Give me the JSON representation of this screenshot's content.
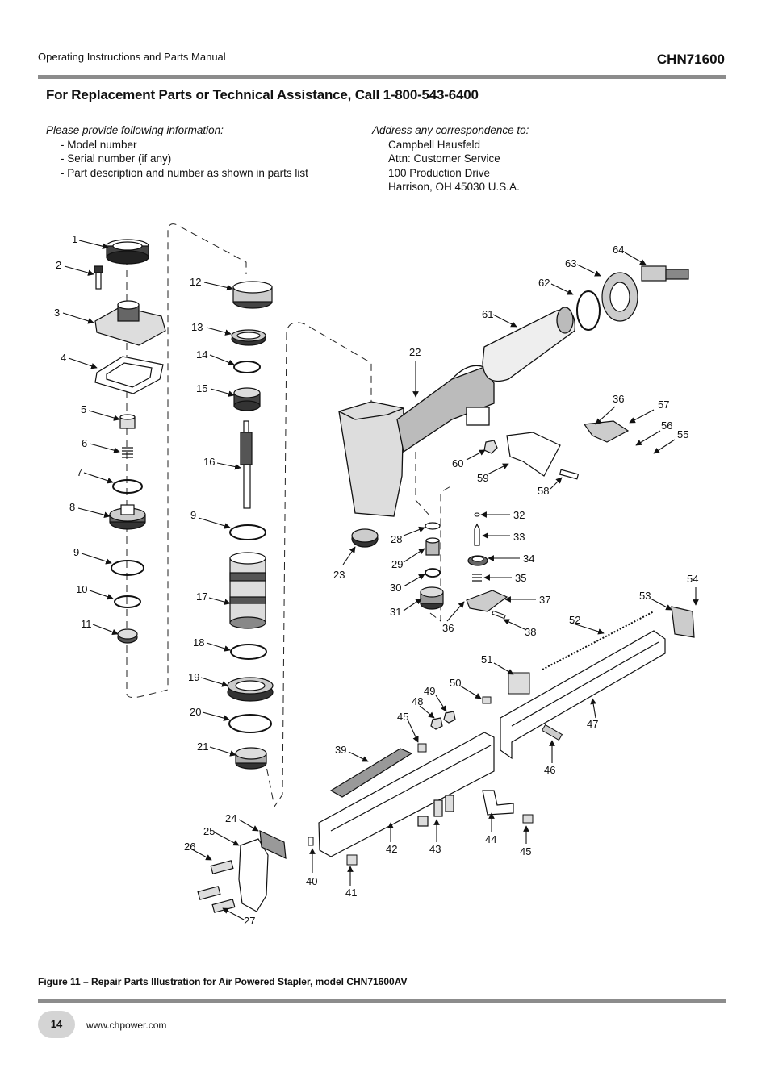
{
  "header": {
    "manual_title": "Operating Instructions and Parts Manual",
    "model": "CHN71600"
  },
  "title": "For Replacement Parts or Technical Assistance, Call 1-800-543-6400",
  "info": {
    "heading": "Please provide following information:",
    "items": [
      "- Model number",
      "- Serial number (if any)",
      "- Part description and number as shown in parts list"
    ]
  },
  "address": {
    "heading": "Address any correspondence to:",
    "lines": [
      "Campbell Hausfeld",
      "Attn: Customer Service",
      "100 Production Drive",
      "Harrison, OH   45030   U.S.A."
    ]
  },
  "diagram": {
    "callouts": [
      "1",
      "2",
      "3",
      "4",
      "5",
      "6",
      "7",
      "8",
      "9",
      "10",
      "11",
      "12",
      "13",
      "14",
      "15",
      "16",
      "9",
      "17",
      "18",
      "19",
      "20",
      "21",
      "22",
      "23",
      "28",
      "29",
      "30",
      "31",
      "36",
      "32",
      "33",
      "34",
      "35",
      "37",
      "38",
      "61",
      "62",
      "63",
      "64",
      "36",
      "57",
      "56",
      "55",
      "60",
      "59",
      "58",
      "53",
      "54",
      "52",
      "51",
      "50",
      "49",
      "48",
      "45",
      "47",
      "46",
      "39",
      "24",
      "25",
      "26",
      "27",
      "40",
      "41",
      "42",
      "43",
      "44",
      "45"
    ]
  },
  "caption": "Figure 11 – Repair Parts Illustration for Air Powered Stapler, model CHN71600AV",
  "footer": {
    "page_number": "14",
    "url": "www.chpower.com"
  }
}
